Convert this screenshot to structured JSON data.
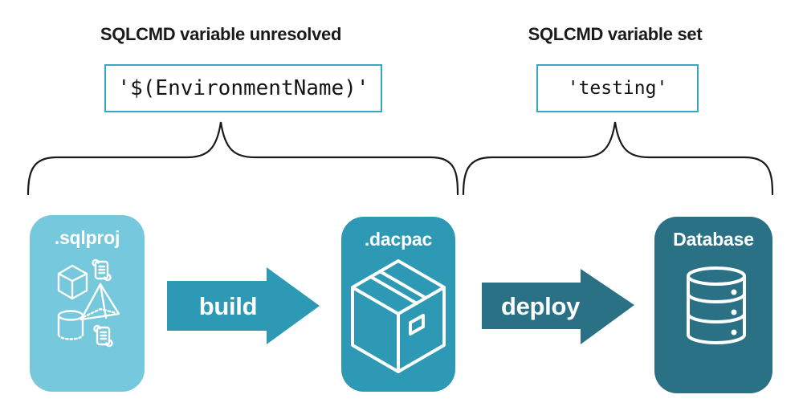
{
  "annotations": {
    "left": {
      "heading": "SQLCMD variable unresolved",
      "code": "'$(EnvironmentName)'"
    },
    "right": {
      "heading": "SQLCMD variable set",
      "code": "'testing'"
    }
  },
  "pipeline": {
    "nodes": [
      {
        "label": ".sqlproj",
        "color": "#76C8DC",
        "icon": "sql-project-objects-icon"
      },
      {
        "label": ".dacpac",
        "color": "#2E99B5",
        "icon": "package-icon"
      },
      {
        "label": "Database",
        "color": "#2A7186",
        "icon": "database-icon"
      }
    ],
    "arrows": [
      {
        "label": "build",
        "color": "#2E99B5"
      },
      {
        "label": "deploy",
        "color": "#2A7186"
      }
    ]
  },
  "colors": {
    "background": "#FFFFFF",
    "code_box_border": "#3BA5C4",
    "brace_line": "#1A1A1A",
    "heading_text": "#1A1A1A",
    "code_text": "#141414",
    "node_label_text": "#FFFFFF",
    "arrow_label_text": "#FFFFFF"
  }
}
